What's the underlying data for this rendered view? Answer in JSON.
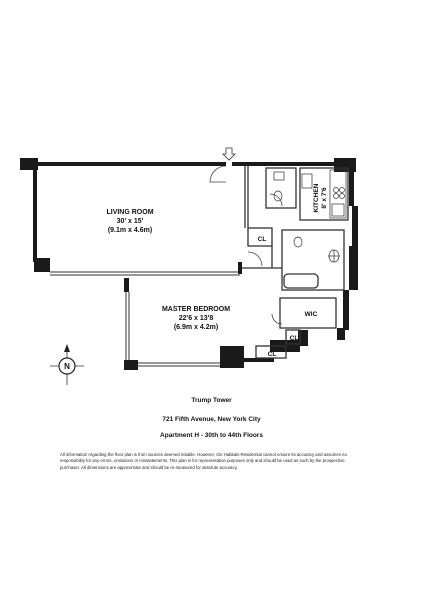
{
  "rooms": {
    "living_room": {
      "name": "LIVING ROOM",
      "dim_ft": "30' x 15'",
      "dim_m": "(9.1m x 4.6m)"
    },
    "master_bedroom": {
      "name": "MASTER BEDROOM",
      "dim_ft": "22'6 x 13'8",
      "dim_m": "(6.9m x 4.2m)"
    },
    "kitchen": {
      "name": "KITCHEN",
      "dim_ft": "8' x 7'6"
    },
    "closet_label": "CL",
    "wic_label": "WIC"
  },
  "compass": {
    "letter": "N"
  },
  "building": {
    "name": "Trump Tower",
    "address": "721 Fifth Avenue, New York City",
    "unit": "Apartment H - 30th to 44th Floors"
  },
  "disclaimer": "All information regarding the floor plan is from sources deemed reliable. However, Citi Habitats Residential cannot ensure its accuracy and assumes no responsibility for any errors, omissions or misstatements. This plan is for representation purposes only and should be used as such by the prospective purchaser. All dimensions are approximate and should be re-measured for absolute accuracy.",
  "colors": {
    "wall": "#1a1a1a",
    "line": "#333333",
    "paper": "#ffffff"
  }
}
